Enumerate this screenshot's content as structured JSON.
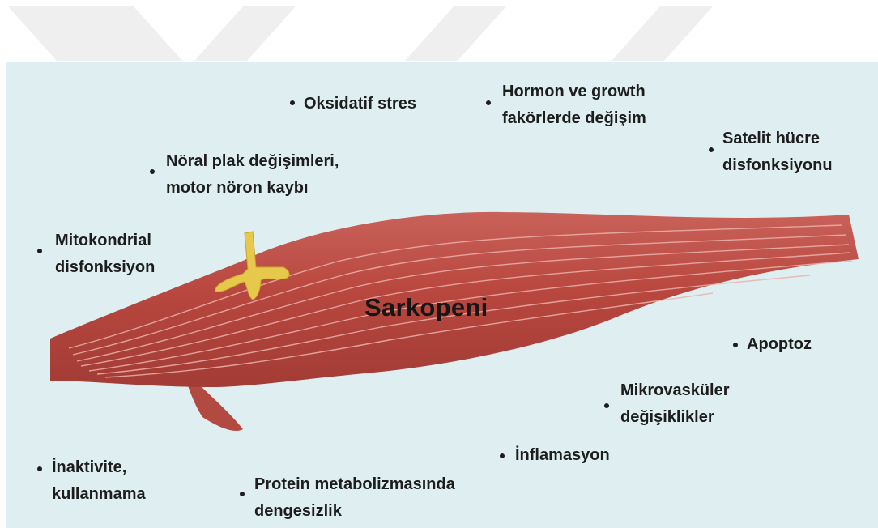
{
  "diagram": {
    "center_label": "Sarkopeni",
    "colors": {
      "panel_background": "#dfeef0",
      "muscle_main": "#b8473f",
      "muscle_light": "#d9827a",
      "nerve": "#e6c84a",
      "watermark": "#efefef"
    },
    "factors": {
      "oxidative": {
        "lines": [
          "Oksidatif stres"
        ]
      },
      "hormone": {
        "lines": [
          "Hormon ve growth",
          "fakörlerde değişim"
        ]
      },
      "satellite": {
        "lines": [
          "Satelit hücre",
          "disfonksiyonu"
        ]
      },
      "neural": {
        "lines": [
          "Nöral plak değişimleri,",
          "motor nöron kaybı"
        ]
      },
      "mitochondrial": {
        "lines": [
          "Mitokondrial",
          "disfonksiyon"
        ]
      },
      "apoptosis": {
        "lines": [
          "Apoptoz"
        ]
      },
      "microvascular": {
        "lines": [
          "Mikrovasküler",
          "değişiklikler"
        ]
      },
      "inflammation": {
        "lines": [
          "İnflamasyon"
        ]
      },
      "inactivity": {
        "lines": [
          "İnaktivite,",
          "kullanmama"
        ]
      },
      "protein": {
        "lines": [
          "Protein metabolizmasında",
          "dengesizlik"
        ]
      }
    }
  }
}
